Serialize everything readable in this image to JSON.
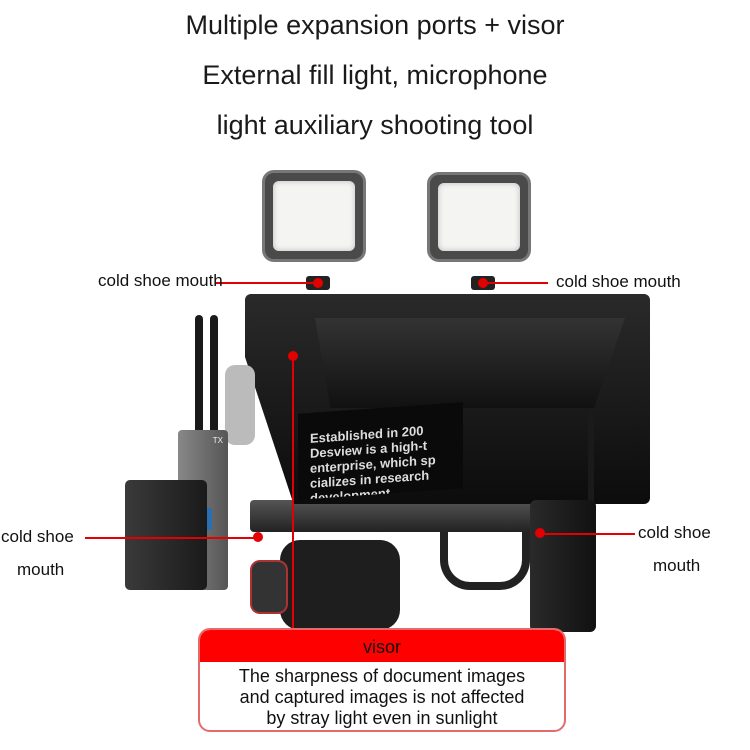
{
  "headline": [
    "Multiple expansion ports + visor",
    "External fill light, microphone",
    "light auxiliary shooting tool"
  ],
  "labels": {
    "top_left": "cold shoe mouth",
    "top_right": "cold shoe mouth",
    "left_line1": "cold shoe",
    "left_line2": "mouth",
    "right_line1": "cold shoe",
    "right_line2": "mouth"
  },
  "screen_text": [
    "Established in 200",
    "Desview is a high-t",
    "enterprise, which sp",
    "cializes in research",
    "development"
  ],
  "device_labels": {
    "tx": "TX"
  },
  "callout": {
    "title": "visor",
    "lines": [
      "The sharpness of document images",
      "and captured images is not affected",
      "by stray light even in sunlight"
    ]
  },
  "colors": {
    "accent": "#ff0000",
    "text": "#111111"
  }
}
